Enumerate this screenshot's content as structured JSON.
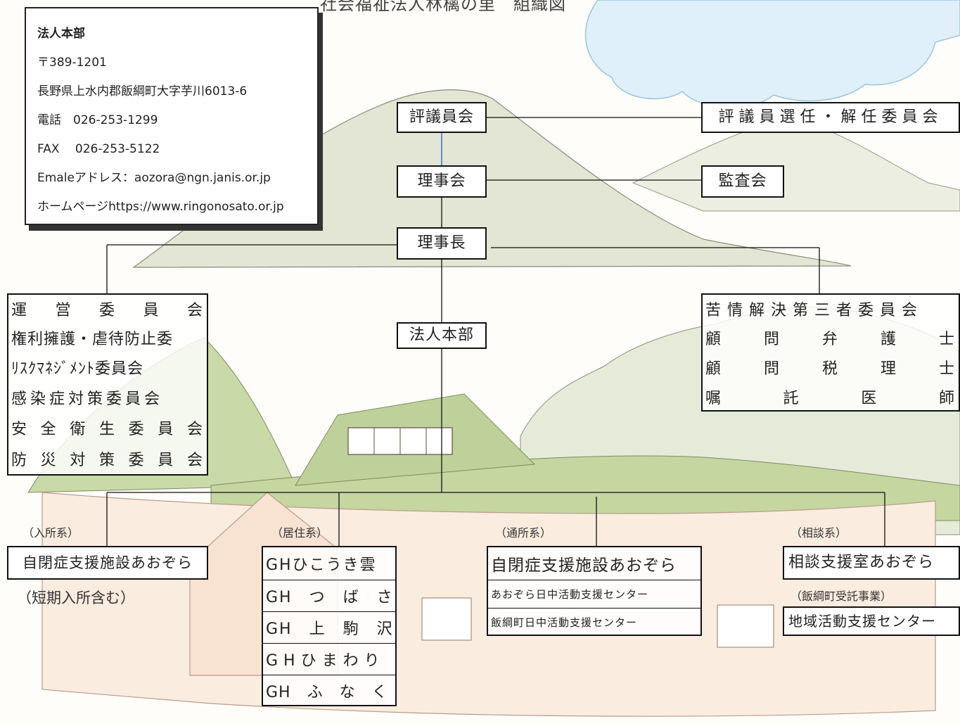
{
  "title": "社会福祉法人林檎の里　組織図",
  "hq_info": {
    "heading": "法人本部",
    "postal": "〒389-1201",
    "address": "長野県上水内郡飯綱町大字芋川6013-6",
    "phone": "電話　026-253-1299",
    "fax": "FAX　 026-253-5122",
    "email": "Emaleアドレス：aozora@ngn.janis.or.jp",
    "homepage": "ホームページhttps://www.ringonosato.or.jp"
  },
  "nodes": {
    "council": "評議員会",
    "selection_committee": "評議員選任・解任委員会",
    "board": "理事会",
    "audit": "監査会",
    "chairman": "理事長",
    "hq": "法人本部"
  },
  "left_committees": {
    "r1": [
      "運",
      "営",
      "委",
      "員",
      "会"
    ],
    "r2": "権利擁護・虐待防止委",
    "r3": "ﾘｽｸﾏﾈｼﾞﾒﾝﾄ委員会",
    "r4": "感染症対策委員会",
    "r5": [
      "安",
      "全",
      "衛",
      "生",
      "委",
      "員",
      "会"
    ],
    "r6": [
      "防",
      "災",
      "対",
      "策",
      "委",
      "員",
      "会"
    ]
  },
  "right_committees": {
    "r1": "苦情解決第三者委員会",
    "r2": [
      "顧",
      "問",
      "弁",
      "護",
      "士"
    ],
    "r3": [
      "顧",
      "問",
      "税",
      "理",
      "士"
    ],
    "r4": [
      "嘱",
      "託",
      "医",
      "師"
    ]
  },
  "divisions": {
    "nyusho": {
      "label": "（入所系）",
      "facility": "自閉症支援施設あおぞら",
      "note": "（短期入所含む）"
    },
    "kyoju": {
      "label": "（居住系）",
      "items": [
        "GHひこうき雲",
        "GH　つ　ば　さ",
        "GH　上　駒　沢",
        "GHひまわり",
        "GH　ふ　な　く　ぼ"
      ]
    },
    "tsusho": {
      "label": "（通所系）",
      "facility": "自閉症支援施設あおぞら",
      "items": [
        "あおぞら日中活動支援センター",
        "飯綱町日中活動支援センター"
      ]
    },
    "sodan": {
      "label": "（相談系）",
      "facility": "相談支援室あおぞら",
      "note": "（飯綱町受託事業）",
      "item": "地域活動支援センター"
    }
  }
}
